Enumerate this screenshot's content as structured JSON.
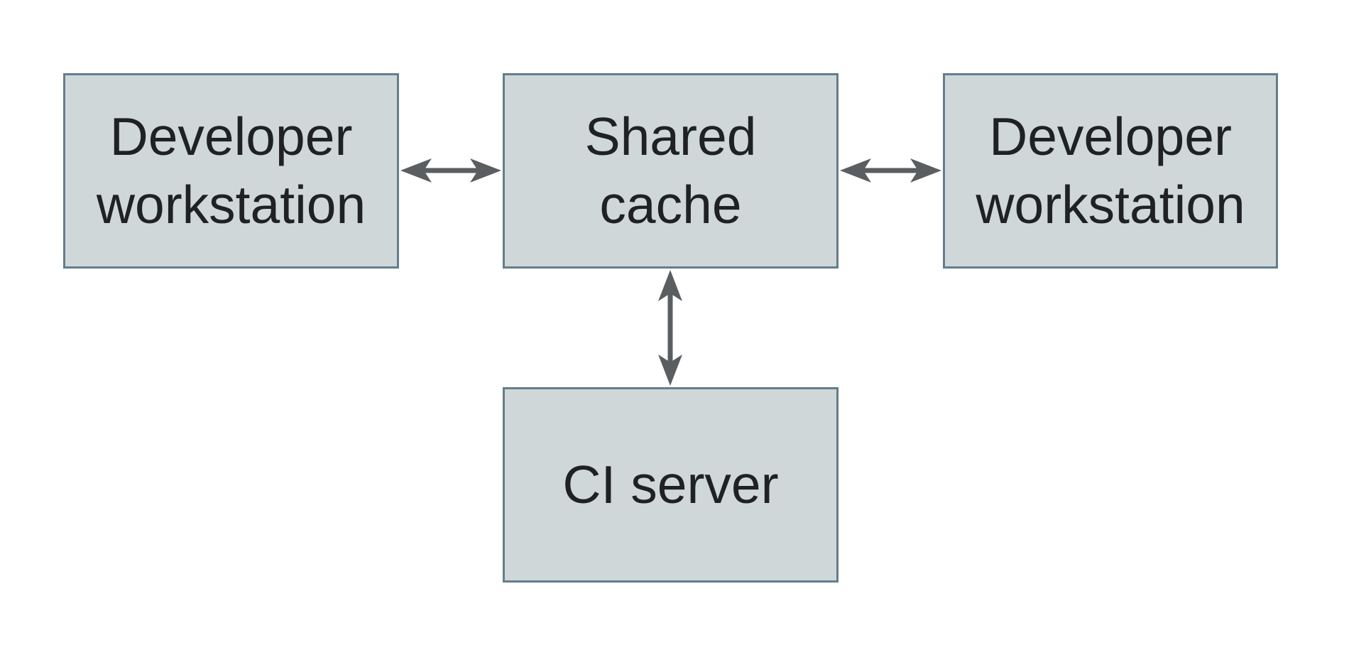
{
  "diagram": {
    "nodes": [
      {
        "id": "developer-workstation-left",
        "label": "Developer\nworkstation"
      },
      {
        "id": "shared-cache",
        "label": "Shared\ncache"
      },
      {
        "id": "developer-workstation-right",
        "label": "Developer\nworkstation"
      },
      {
        "id": "ci-server",
        "label": "CI server"
      }
    ],
    "edges": [
      {
        "from": "developer-workstation-left",
        "to": "shared-cache",
        "type": "bidirectional",
        "orientation": "horizontal"
      },
      {
        "from": "shared-cache",
        "to": "developer-workstation-right",
        "type": "bidirectional",
        "orientation": "horizontal"
      },
      {
        "from": "shared-cache",
        "to": "ci-server",
        "type": "bidirectional",
        "orientation": "vertical"
      }
    ],
    "colors": {
      "node_fill": "#cfd7d9",
      "node_border": "#647e8b",
      "arrow": "#5b5e61",
      "text": "#1f2124",
      "background": "#ffffff"
    }
  }
}
